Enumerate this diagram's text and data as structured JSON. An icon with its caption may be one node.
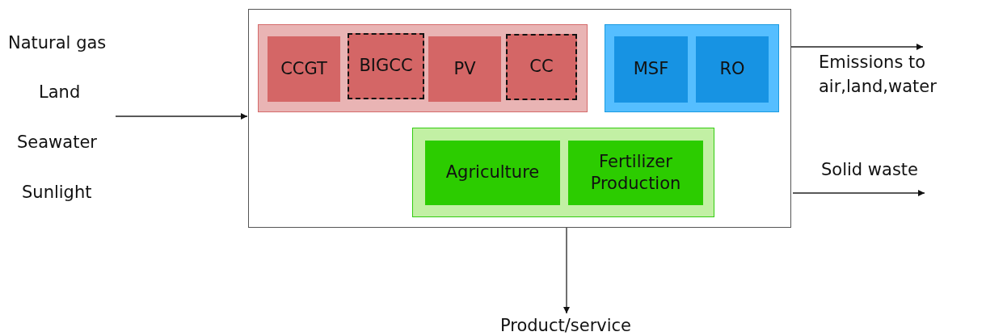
{
  "diagram": {
    "nodes": [
      {
        "text": [],
        "shape": "box"
      },
      {
        "text": [],
        "shape": "box",
        "in": 0
      },
      {
        "text": [
          "CCGT"
        ],
        "in": 1
      },
      {
        "text": [
          "BIGCC"
        ],
        "in": 1
      },
      {
        "text": [
          "PV"
        ],
        "in": 1
      },
      {
        "text": [
          "CC"
        ],
        "in": 1
      },
      {
        "text": [],
        "shape": "box",
        "in": 0
      },
      {
        "text": [
          "MSF"
        ],
        "in": 6
      },
      {
        "text": [
          "RO"
        ],
        "in": 6
      },
      {
        "text": [],
        "shape": "box",
        "in": 0
      },
      {
        "text": [
          "Agriculture"
        ],
        "in": 9
      },
      {
        "text": [
          "Fertilizer Production"
        ],
        "in": 9
      },
      {
        "text": [
          "Product/service"
        ]
      }
    ],
    "edges": [
      {
        "from": null,
        "to": 0,
        "arrow": "to"
      },
      {
        "from": 0,
        "to": null,
        "arrow": "to",
        "label": "Emissions to air,land,water"
      },
      {
        "from": 0,
        "to": null,
        "arrow": "to",
        "label": "Solid waste"
      },
      {
        "from": 0,
        "to": 12,
        "arrow": "to"
      }
    ],
    "labels": [
      "Natural gas",
      "Land",
      "Seawater",
      "Sunlight"
    ]
  }
}
